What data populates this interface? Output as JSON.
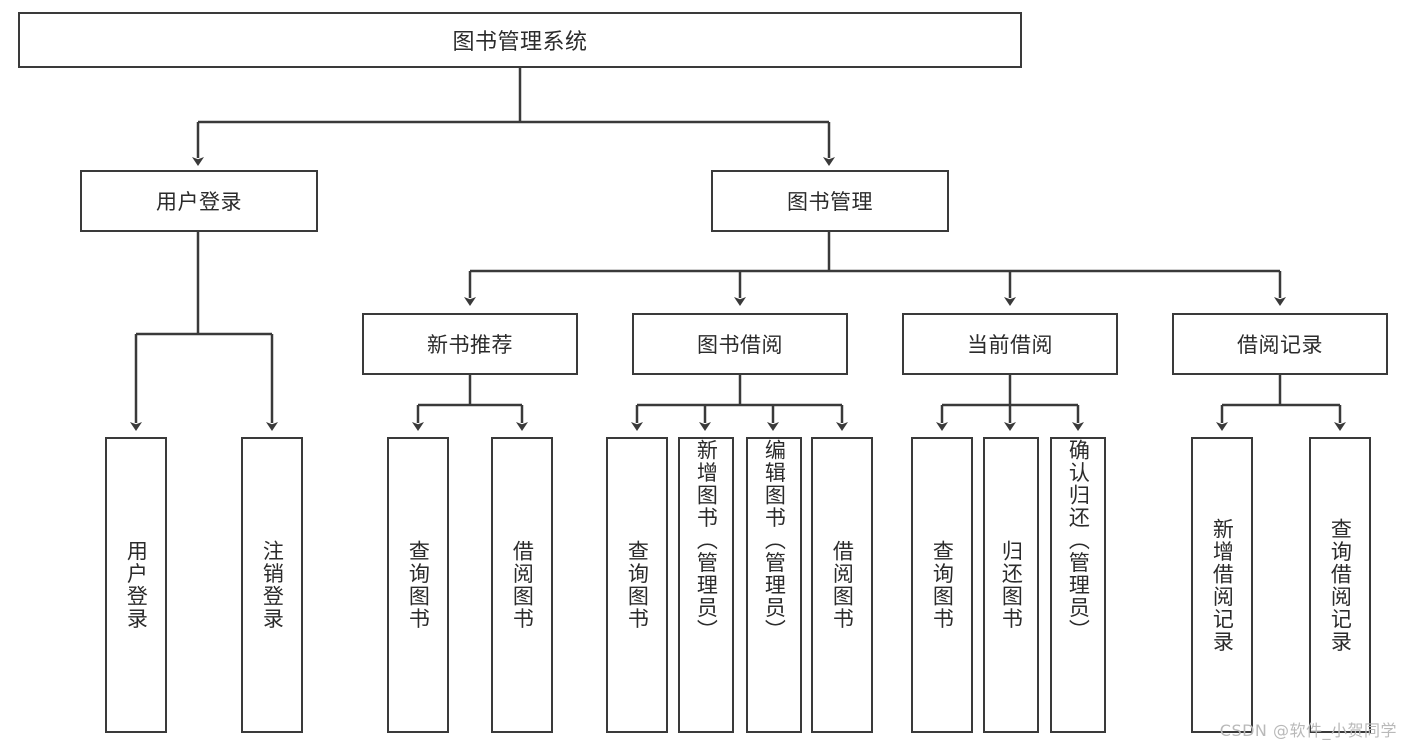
{
  "diagram": {
    "title": "图书管理系统",
    "type": "tree",
    "background_color": "#ffffff",
    "line_color": "#3a3a3a",
    "text_color": "#2b2b2b",
    "watermark": "CSDN @软件_小贺同学"
  },
  "nodes": {
    "root": {
      "label": "图书管理系统"
    },
    "level2": [
      {
        "id": "user-login",
        "label": "用户登录"
      },
      {
        "id": "book-manage",
        "label": "图书管理"
      }
    ],
    "level3": [
      {
        "id": "new-book-rec",
        "label": "新书推荐"
      },
      {
        "id": "book-borrow",
        "label": "图书借阅"
      },
      {
        "id": "current-borrow",
        "label": "当前借阅"
      },
      {
        "id": "borrow-record",
        "label": "借阅记录"
      }
    ],
    "leaves": {
      "user-login": [
        {
          "id": "leaf-user-login",
          "label": "用户登录"
        },
        {
          "id": "leaf-logout",
          "label": "注销登录"
        }
      ],
      "new-book-rec": [
        {
          "id": "leaf-query-book-1",
          "label": "查询图书"
        },
        {
          "id": "leaf-borrow-book-1",
          "label": "借阅图书"
        }
      ],
      "book-borrow": [
        {
          "id": "leaf-query-book-2",
          "label": "查询图书"
        },
        {
          "id": "leaf-add-book",
          "label": "新增图书（管理员）"
        },
        {
          "id": "leaf-edit-book",
          "label": "编辑图书（管理员）"
        },
        {
          "id": "leaf-borrow-book-2",
          "label": "借阅图书"
        }
      ],
      "current-borrow": [
        {
          "id": "leaf-query-book-3",
          "label": "查询图书"
        },
        {
          "id": "leaf-return-book",
          "label": "归还图书"
        },
        {
          "id": "leaf-confirm-return",
          "label": "确认归还（管理员）"
        }
      ],
      "borrow-record": [
        {
          "id": "leaf-add-record",
          "label": "新增借阅记录"
        },
        {
          "id": "leaf-query-record",
          "label": "查询借阅记录"
        }
      ]
    }
  }
}
